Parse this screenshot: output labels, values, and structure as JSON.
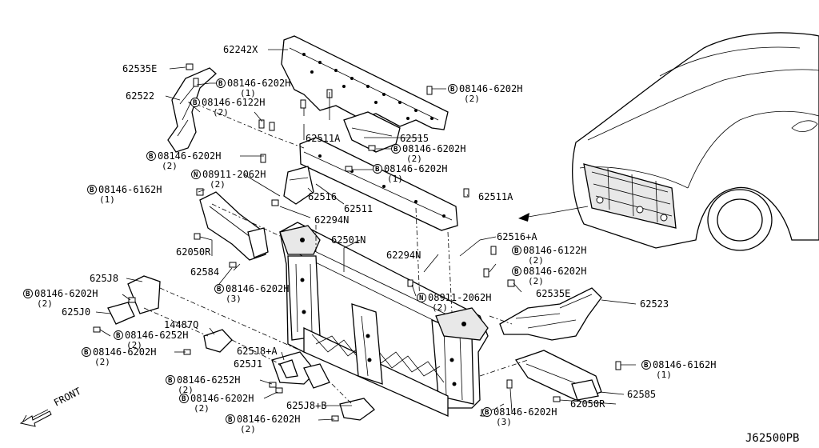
{
  "diagram_code": "J62500PB",
  "front_label": "FRONT",
  "bolt_prefix": "B",
  "nut_prefix": "N",
  "labels": {
    "l_62242x": "62242X",
    "l_62535e_a": "62535E",
    "l_62522": "62522",
    "l_b6202_top_l": "08146-6202H",
    "q_b6202_top_l": "(1)",
    "l_b6122_l": "08146-6122H",
    "q_b6122_l": "(2)",
    "l_b6202_top_r": "08146-6202H",
    "q_b6202_top_r": "(2)",
    "l_62515": "62515",
    "l_62511a_a": "62511A",
    "l_b6202_mid": "08146-6202H",
    "q_b6202_mid": "(2)",
    "l_b6202_left2": "08146-6202H",
    "q_b6202_left2": "(2)",
    "l_b6202_mid2": "08146-6202H",
    "q_b6202_mid2": "(1)",
    "l_n2062_a": "08911-2062H",
    "q_n2062_a": "(2)",
    "l_b6162_l": "08146-6162H",
    "q_b6162_l": "(1)",
    "l_62516": "62516",
    "l_62511": "62511",
    "l_62294n_a": "62294N",
    "l_62511a_b": "62511A",
    "l_62050r_a": "62050R",
    "l_62501n": "62501N",
    "l_62516a": "62516+A",
    "l_b6122_r": "08146-6122H",
    "q_b6122_r": "(2)",
    "l_62294n_b": "62294N",
    "l_62584": "62584",
    "l_b6202_c": "08146-6202H",
    "q_b6202_c": "(3)",
    "l_b6202_r2": "08146-6202H",
    "q_b6202_r2": "(2)",
    "l_625j8": "625J8",
    "l_b6202_l3": "08146-6202H",
    "q_b6202_l3": "(2)",
    "l_62535e_b": "62535E",
    "l_n2062_b": "08911-2062H",
    "q_n2062_b": "(2)",
    "l_62523": "62523",
    "l_625j0": "625J0",
    "l_14487q": "14487Q",
    "l_b6252_a": "08146-6252H",
    "q_b6252_a": "(2)",
    "l_b6202_l4": "08146-6202H",
    "q_b6202_l4": "(2)",
    "l_625j8a": "625J8+A",
    "l_625j1": "625J1",
    "l_b6162_r": "08146-6162H",
    "q_b6162_r": "(1)",
    "l_b6252_b": "08146-6252H",
    "q_b6252_b": "(2)",
    "l_62585": "62585",
    "l_b6202_l5": "08146-6202H",
    "q_b6202_l5": "(2)",
    "l_62050r_b": "62050R",
    "l_625j8b": "625J8+B",
    "l_b6202_bot_r": "08146-6202H",
    "q_b6202_bot_r": "(3)",
    "l_b6202_bot": "08146-6202H",
    "q_b6202_bot": "(2)"
  }
}
